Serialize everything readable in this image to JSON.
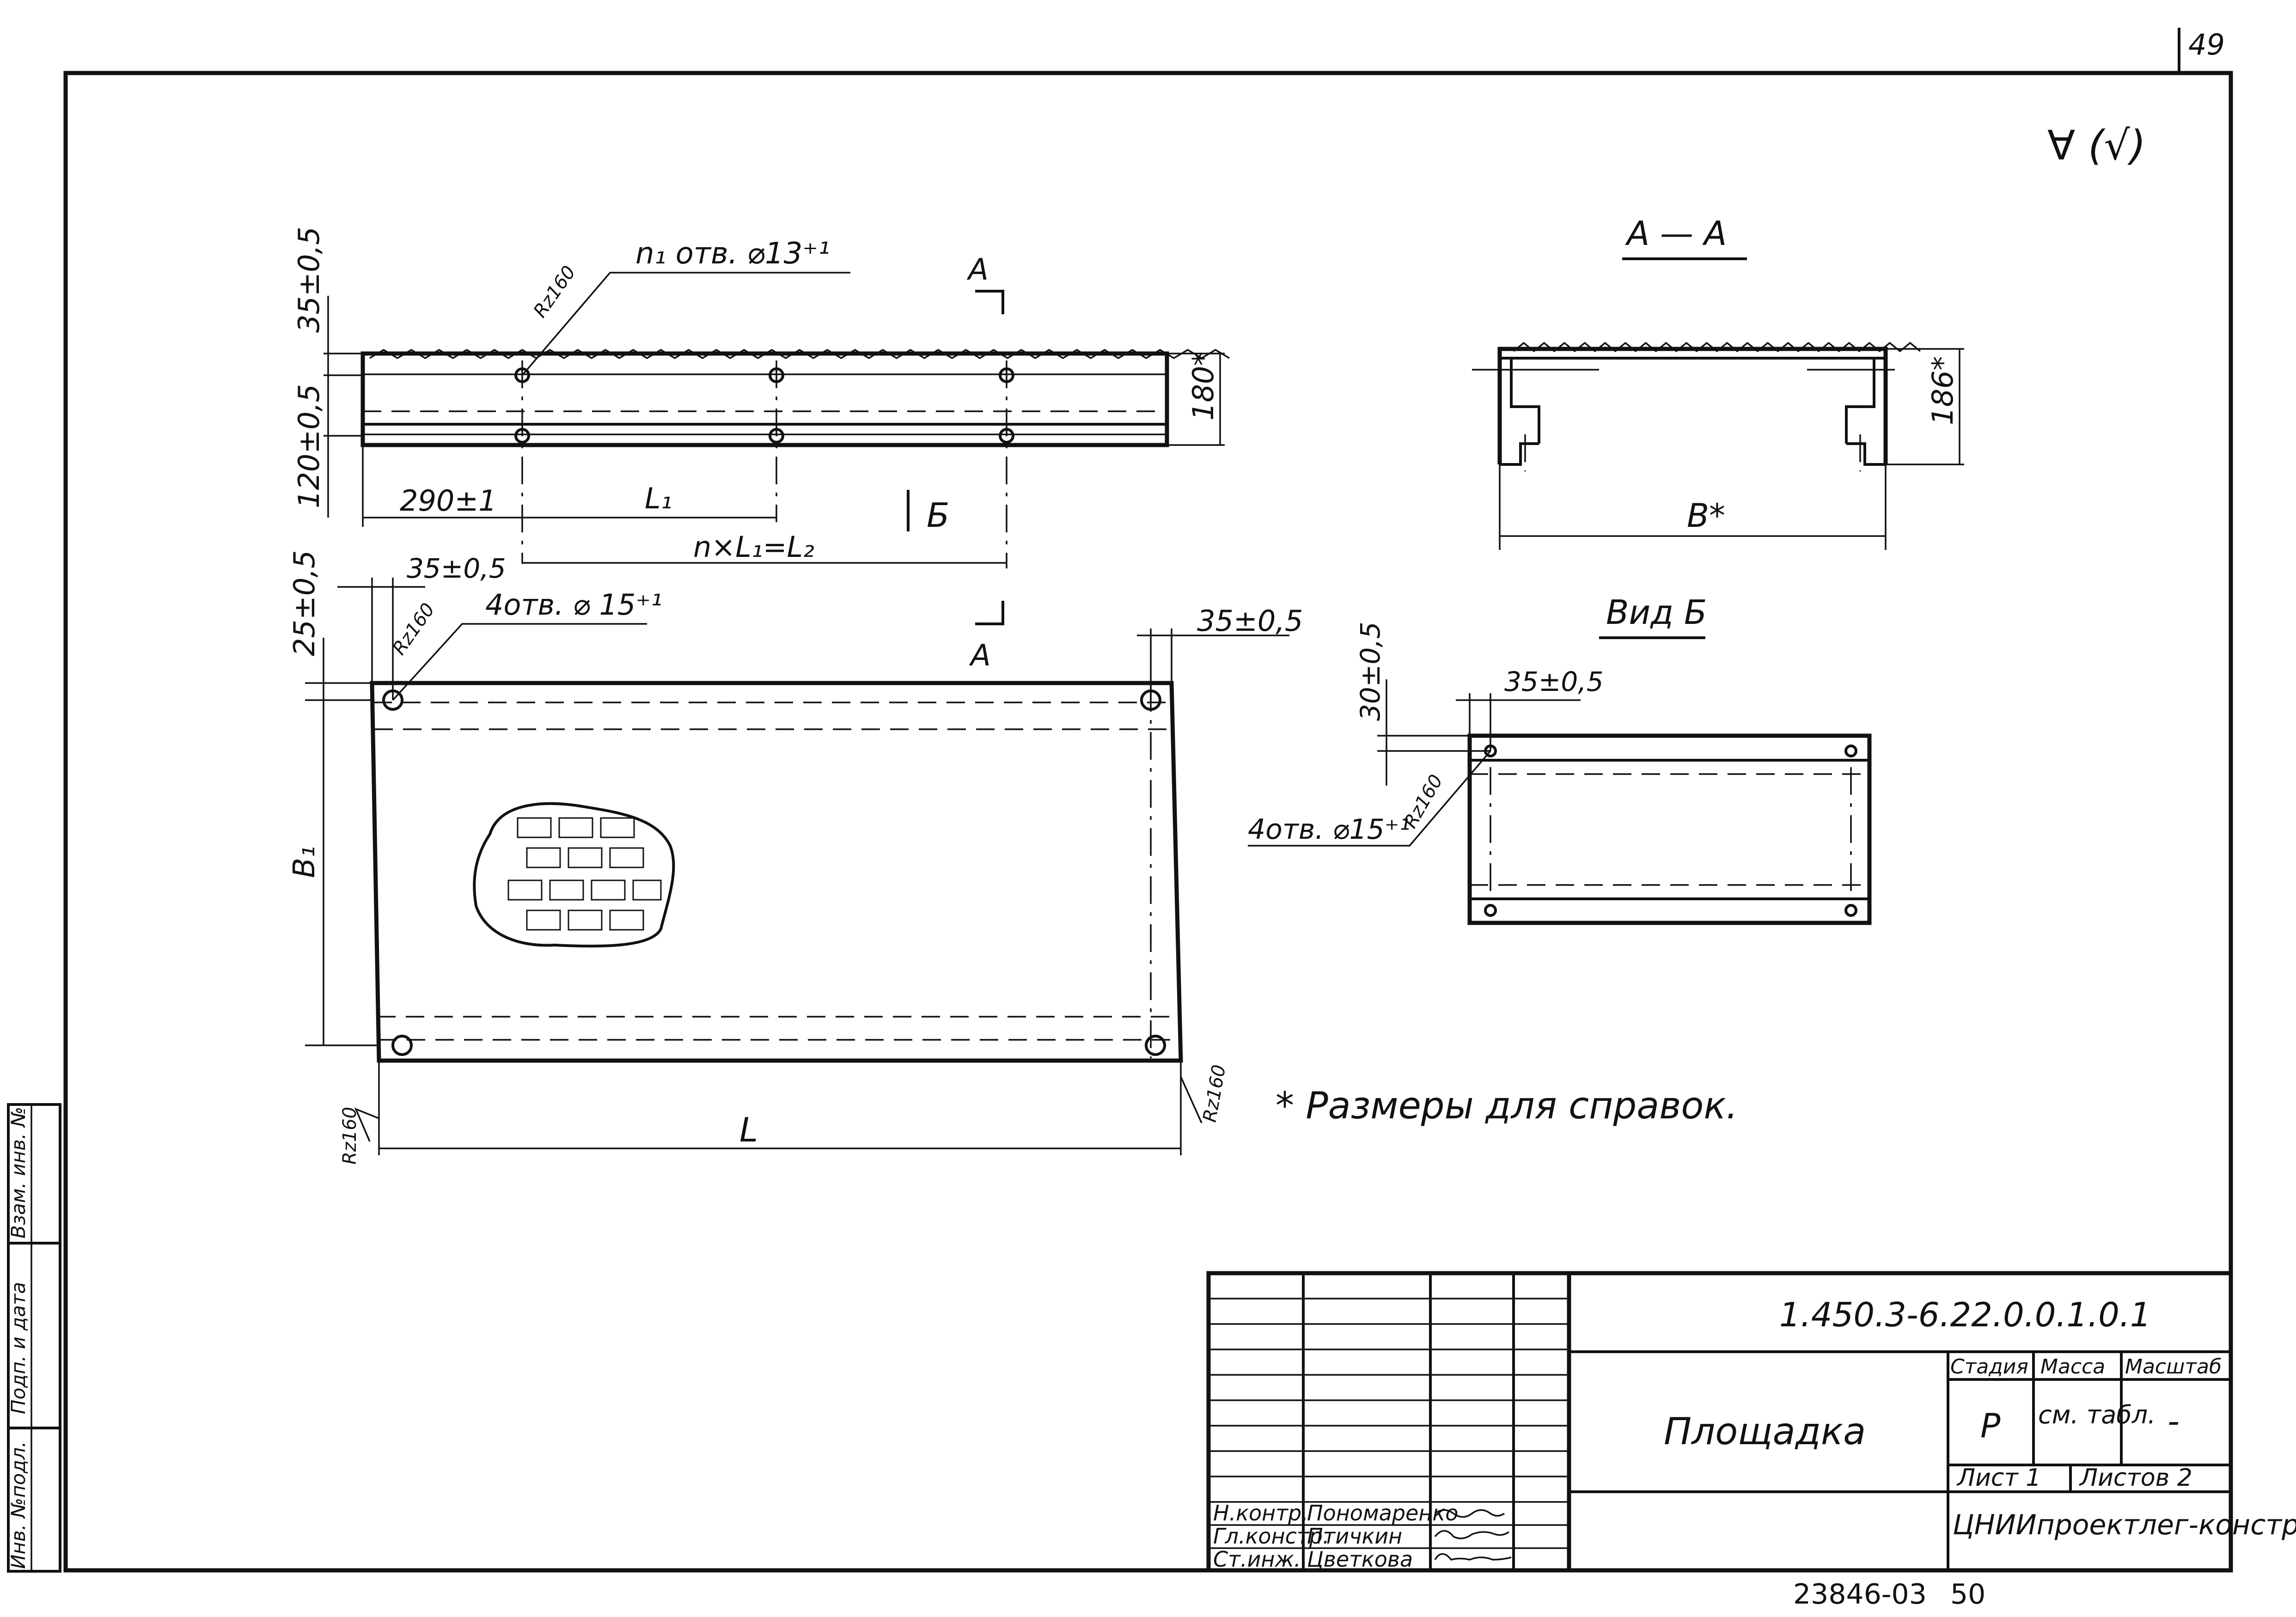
{
  "sheet": {
    "corner_number": "49",
    "roughness_mark": "∀ (√)"
  },
  "side_view": {
    "dim_top_edge": "35±0,5",
    "dim_row_spacing": "120±0,5",
    "dim_height_ref": "180*",
    "hole_callout": "n₁ отв. ⌀13⁺¹",
    "roughness": "Rz160",
    "dim_first_hole": "290±1",
    "dim_pitch": "L₁",
    "dim_total": "n×L₁=L₂",
    "section_mark": "A",
    "view_arrow": "Б"
  },
  "plan_view": {
    "dim_top": "25±0,5",
    "dim_left": "35±0,5",
    "dim_right": "35±0,5",
    "hole_callout": "4отв. ⌀ 15⁺¹",
    "roughness": "Rz160",
    "dim_width": "B₁",
    "dim_length": "L",
    "section_mark": "A",
    "roughness_bottom_left": "Rz160",
    "roughness_bottom_right": "Rz160"
  },
  "section_aa": {
    "title": "A — A",
    "dim_height": "186*",
    "dim_width": "B*"
  },
  "view_b": {
    "title": "Вид Б",
    "dim_top": "30±0,5",
    "dim_left": "35±0,5",
    "hole_callout": "4отв. ⌀15⁺¹",
    "roughness": "Rz160"
  },
  "note": "* Размеры для справок.",
  "left_stamp": [
    "Инв. №подл.",
    "Подп. и дата",
    "Взам. инв. №"
  ],
  "title_block": {
    "designation": "1.450.3-6.22.0.0.1.0.1",
    "name": "Площадка",
    "headers": {
      "stage": "Стадия",
      "mass": "Масса",
      "scale": "Масштаб"
    },
    "stage": "Р",
    "mass": "см. табл.",
    "scale": "-",
    "sheet": "Лист 1",
    "sheets": "Листов 2",
    "organization": "ЦНИИпроектлег-конструкция",
    "roles": [
      {
        "role": "Н.контр.",
        "name": "Пономаренко"
      },
      {
        "role": "Гл.констр.",
        "name": "Птичкин"
      },
      {
        "role": "Ст.инж.",
        "name": "Цветкова"
      }
    ]
  },
  "footer": {
    "number": "23846-03",
    "page": "50"
  }
}
